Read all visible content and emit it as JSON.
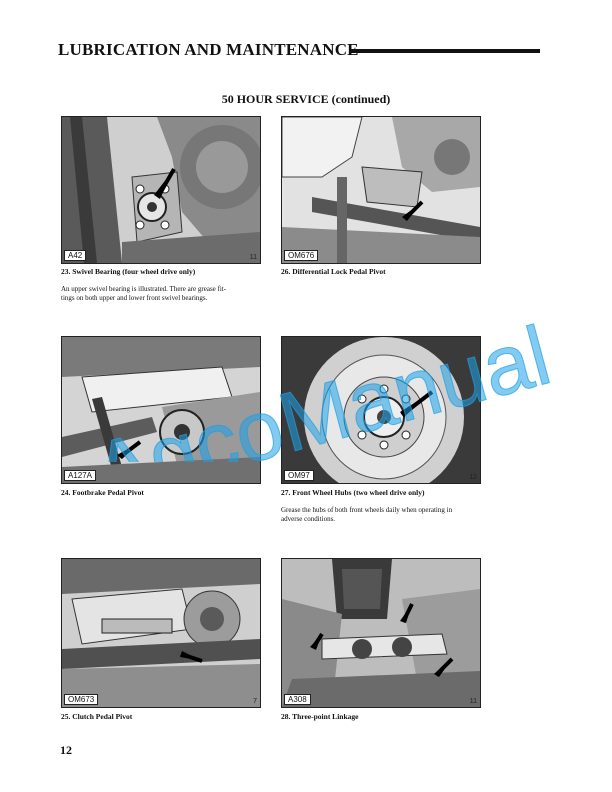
{
  "header": {
    "title": "LUBRICATION AND MAINTENANCE"
  },
  "section": {
    "title": "50 HOUR SERVICE (continued)"
  },
  "figures": [
    {
      "code": "A42",
      "mark": "11",
      "caption": "23. Swivel Bearing (four wheel drive only)",
      "description": [
        "An upper swivel bearing is illustrated. There are grease fit-",
        "tings on both upper and lower front swivel bearings."
      ]
    },
    {
      "code": "OM676",
      "mark": "",
      "caption": "26. Differential Lock Pedal Pivot",
      "description": []
    },
    {
      "code": "A127A",
      "mark": "",
      "caption": "24. Footbrake Pedal Pivot",
      "description": []
    },
    {
      "code": "OM97",
      "mark": "12",
      "caption": "27. Front Wheel Hubs (two wheel drive only)",
      "description": [
        "Grease the hubs of both front wheels daily when operating in",
        "adverse conditions."
      ]
    },
    {
      "code": "OM673",
      "mark": "7",
      "caption": "25. Clutch Pedal Pivot",
      "description": []
    },
    {
      "code": "A308",
      "mark": "11",
      "caption": "28. Three-point Linkage",
      "description": []
    }
  ],
  "watermark": {
    "text": "AgcoManual",
    "color": "#1ea0e6"
  },
  "page": {
    "number": "12"
  }
}
